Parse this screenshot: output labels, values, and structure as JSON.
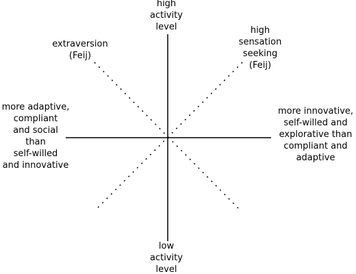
{
  "diagram": {
    "labels": {
      "top": [
        "high",
        "activity",
        "level"
      ],
      "bottom": [
        "low",
        "activity",
        "level"
      ],
      "left": [
        "more adaptive,",
        "compliant",
        "and social",
        "than",
        "self-willed",
        "and innovative"
      ],
      "right": [
        "more innovative,",
        "self-willed and",
        "explorative than",
        "compliant and",
        "adaptive"
      ],
      "upper_left": [
        "extraversion",
        "(Feij)"
      ],
      "upper_right": [
        "high",
        "sensation",
        "seeking",
        "(Feij)"
      ]
    },
    "line_color": "#000000"
  }
}
